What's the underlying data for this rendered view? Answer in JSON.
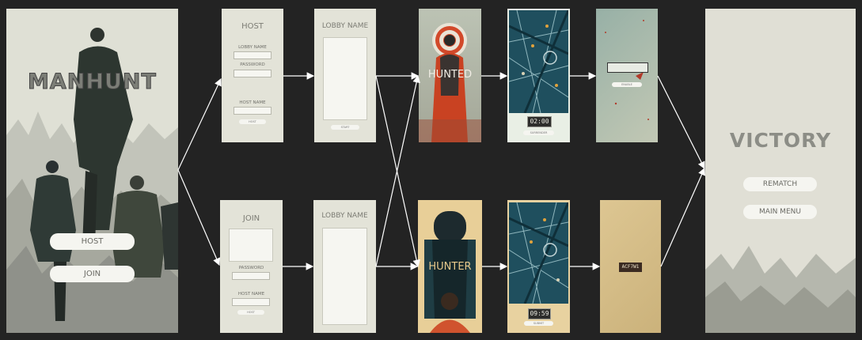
{
  "screens": {
    "title": {
      "title": "MANHUNT",
      "host_button": "HOST",
      "join_button": "JOIN"
    },
    "host_form": {
      "title": "HOST",
      "lobby_name_label": "LOBBY NAME",
      "password_label": "PASSWORD",
      "host_name_label": "HOST NAME",
      "host_button": "HOST"
    },
    "host_lobby": {
      "title": "LOBBY NAME",
      "start_button": "START"
    },
    "join_form": {
      "title": "JOIN",
      "password_label": "PASSWORD",
      "host_name_label": "HOST NAME",
      "join_button": "HOST"
    },
    "join_lobby": {
      "title": "LOBBY NAME"
    },
    "hunted_intro": {
      "title": "HUNTED"
    },
    "hunted_map": {
      "timer": "02:00",
      "button": "SURRENDER"
    },
    "hunted_code": {
      "button": "ENABLE"
    },
    "hunter_intro": {
      "title": "HUNTER"
    },
    "hunter_map": {
      "timer": "09:59",
      "button": "SUBMIT"
    },
    "hunter_code": {
      "code": "ACF7W1"
    },
    "victory": {
      "title": "VICTORY",
      "rematch_button": "REMATCH",
      "main_menu_button": "MAIN MENU"
    }
  },
  "colors": {
    "background": "#232323",
    "arrow": "#ffffff",
    "panel": "#e3e3d8",
    "hunted_red": "#d2492a",
    "map_blue": "#1f4f5e",
    "hunter_sand": "#e8cf98"
  }
}
